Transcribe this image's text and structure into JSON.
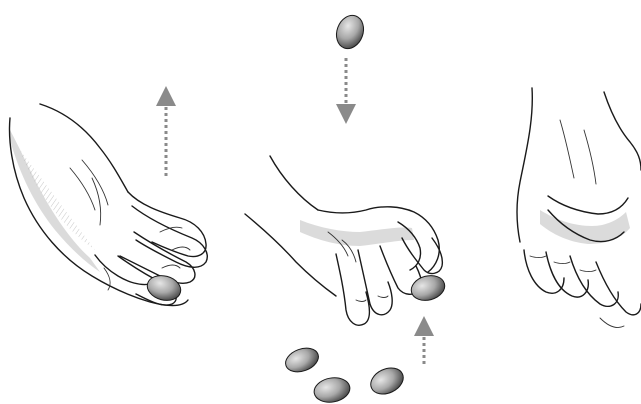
{
  "scene": {
    "panels": [
      "open-palm-with-stone",
      "pinching-stone",
      "closed-fist"
    ],
    "arrows": [
      {
        "name": "upward-arrow-left",
        "direction": "up"
      },
      {
        "name": "downward-arrow-middle",
        "direction": "down"
      },
      {
        "name": "upward-arrow-right",
        "direction": "up"
      }
    ],
    "stones": {
      "tossed": 1,
      "in_palm": 1,
      "pinched": 1,
      "on_ground": 3
    },
    "colors": {
      "arrow": "#8a8a8a",
      "line": "#1a1a1a",
      "stone": "#9a9a9a"
    }
  }
}
